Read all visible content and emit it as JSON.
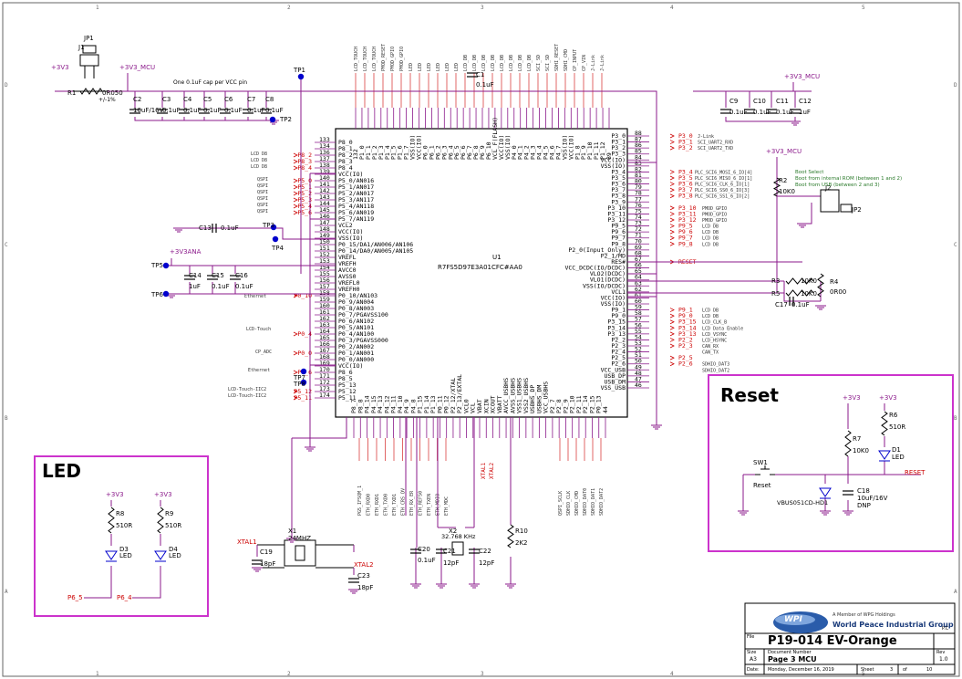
{
  "frame": {
    "cols": [
      "1",
      "2",
      "3",
      "4",
      "5"
    ],
    "rows": [
      "A",
      "B",
      "C",
      "D"
    ]
  },
  "power": {
    "v33": "+3V3",
    "v33_mcu": "+3V3_MCU",
    "v33_ana": "+3V3ANA",
    "v33_mcu2": "+3V3_MCU",
    "v33_mcu3": "+3V3_MCU"
  },
  "note_caps": "One 0.1uF cap per VCC pin",
  "components": {
    "jp1": "JP1",
    "j1": "J1",
    "r1": "R1",
    "r1_val": "0R050",
    "r1_tol": "+/-1%",
    "c2": "C2",
    "c2_val": "10uF/16V",
    "c3": "C3",
    "c4": "C4",
    "c5": "C5",
    "c6": "C6",
    "c7": "C7",
    "c8": "C8",
    "cap_01": "0.1uF",
    "tp1": "TP1",
    "tp2": "TP2",
    "tp3": "TP3",
    "tp4": "TP4",
    "tp5": "TP5",
    "tp6": "TP6",
    "tp7": "TP7",
    "tp8": "TP8",
    "c13": "C13",
    "c14": "C14",
    "c15": "C15",
    "c16": "C16",
    "c14_val": "1uF",
    "c9": "C9",
    "c10": "C10",
    "c11": "C11",
    "c12": "C12",
    "c12_val": "1uF",
    "c1": "C1",
    "c1_val": "0.1uF",
    "r2": "R2",
    "r2_val": "10K0",
    "r3": "R3",
    "r5": "R5",
    "r4": "R4",
    "r4_val": "0R00",
    "r35_val": "10K0",
    "c17": "C17",
    "c17_val": "0.1uF",
    "j2": "J2",
    "jp2": "JP2",
    "u1": "U1",
    "u1_part": "R7FS5D97E3A01CFC#AA0",
    "x1": "X1",
    "x1_val": "24MHZ",
    "x2": "X2",
    "x2_val": "32.768 KHz",
    "c19": "C19",
    "c19_val": "18pF",
    "c23": "C23",
    "c23_val": "18pF",
    "c20": "C20",
    "c20_val": "0.1uF",
    "c21": "C21",
    "c21_val": "12pF",
    "c22": "C22",
    "c22_val": "12pF",
    "r10": "R10",
    "r10_val": "2K2",
    "xtal1": "XTAL1",
    "xtal2": "XTAL2"
  },
  "boot": {
    "title": "Boot Select",
    "line1": "Boot from internal ROM (between 1 and 2)",
    "line2": "Boot from USB (between 2 and 3)"
  },
  "left_pins": [
    {
      "num": "133",
      "name": "P8_0",
      "net": ""
    },
    {
      "num": "134",
      "name": "P8_1",
      "net": ""
    },
    {
      "num": "136",
      "name": "P8_2",
      "net": "P8_2"
    },
    {
      "num": "137",
      "name": "P8_3",
      "net": "P8_3"
    },
    {
      "num": "138",
      "name": "P8_4",
      "net": "P8_4"
    },
    {
      "num": "139",
      "name": "VCC(IO)",
      "net": ""
    },
    {
      "num": "140",
      "name": "P5_0/AN016",
      "net": "P5_0"
    },
    {
      "num": "141",
      "name": "P5_1/AN017",
      "net": "P5_1"
    },
    {
      "num": "142",
      "name": "P5_2/AN017",
      "net": "P5_2"
    },
    {
      "num": "143",
      "name": "P5_3/AN117",
      "net": "P5_3"
    },
    {
      "num": "144",
      "name": "P5_4/AN118",
      "net": "P5_4"
    },
    {
      "num": "145",
      "name": "P5_6/AN019",
      "net": "P5_6"
    },
    {
      "num": "146",
      "name": "P5_7/AN119",
      "net": ""
    },
    {
      "num": "147",
      "name": "VCL2",
      "net": ""
    },
    {
      "num": "148",
      "name": "VCC(IO)",
      "net": ""
    },
    {
      "num": "149",
      "name": "VSS(IO)",
      "net": ""
    },
    {
      "num": "150",
      "name": "P0_15/DA1/AN006/AN106",
      "net": ""
    },
    {
      "num": "151",
      "name": "P0_14/DA0/AN005/AN105",
      "net": ""
    },
    {
      "num": "152",
      "name": "VREFL",
      "net": ""
    },
    {
      "num": "153",
      "name": "VREFH",
      "net": ""
    },
    {
      "num": "154",
      "name": "AVCC0",
      "net": ""
    },
    {
      "num": "155",
      "name": "AVSS0",
      "net": ""
    },
    {
      "num": "156",
      "name": "VREFL0",
      "net": ""
    },
    {
      "num": "157",
      "name": "VREFH0",
      "net": ""
    },
    {
      "num": "158",
      "name": "P0_10/AN103",
      "net": "P0_10"
    },
    {
      "num": "159",
      "name": "P0_9/AN004",
      "net": ""
    },
    {
      "num": "160",
      "name": "P0_8/AN003",
      "net": ""
    },
    {
      "num": "161",
      "name": "P0_7/PGAVSS100",
      "net": ""
    },
    {
      "num": "162",
      "name": "P0_6/AN102",
      "net": ""
    },
    {
      "num": "163",
      "name": "P0_5/AN101",
      "net": ""
    },
    {
      "num": "164",
      "name": "P0_4/AN100",
      "net": "P0_4"
    },
    {
      "num": "165",
      "name": "P0_3/PGAVSS000",
      "net": ""
    },
    {
      "num": "166",
      "name": "P0_2/AN002",
      "net": ""
    },
    {
      "num": "167",
      "name": "P0_1/AN001",
      "net": "P0_0"
    },
    {
      "num": "168",
      "name": "P0_0/AN000",
      "net": ""
    },
    {
      "num": "169",
      "name": "VCC(IO)",
      "net": ""
    },
    {
      "num": "170",
      "name": "P8_6",
      "net": "P8_6"
    },
    {
      "num": "171",
      "name": "P8_5",
      "net": ""
    },
    {
      "num": "172",
      "name": "P5_13",
      "net": ""
    },
    {
      "num": "173",
      "name": "P5_12",
      "net": "P5_12"
    },
    {
      "num": "174",
      "name": "P5_11",
      "net": "P5_11"
    }
  ],
  "left_desc": {
    "lcd1": "LCD D8",
    "lcd2": "LCD D8",
    "lcd3": "LCD D8",
    "qspi": "QSPI",
    "eth": "Ethernet",
    "lcd_touch": "LCD-Touch",
    "cp_adc": "CP_ADC",
    "eth2": "Ethernet",
    "iic2": "LCD-Touch-IIC2",
    "iic2b": "LCD-Touch-IIC2"
  },
  "right_pins": [
    {
      "num": "88",
      "name": "P3_0",
      "net": "P3_0"
    },
    {
      "num": "87",
      "name": "P3_1",
      "net": "P3_1"
    },
    {
      "num": "86",
      "name": "P3_2",
      "net": "P3_2"
    },
    {
      "num": "85",
      "name": "P3_3",
      "net": ""
    },
    {
      "num": "84",
      "name": "VCC(IO)",
      "net": ""
    },
    {
      "num": "83",
      "name": "VSS(IO)",
      "net": ""
    },
    {
      "num": "82",
      "name": "P3_4",
      "net": "P3_4"
    },
    {
      "num": "81",
      "name": "P3_5",
      "net": "P3_5"
    },
    {
      "num": "80",
      "name": "P3_6",
      "net": "P3_6"
    },
    {
      "num": "79",
      "name": "P3_7",
      "net": "P3_7"
    },
    {
      "num": "78",
      "name": "P3_8",
      "net": "P3_8"
    },
    {
      "num": "77",
      "name": "P3_9",
      "net": ""
    },
    {
      "num": "76",
      "name": "P3_10",
      "net": "P3_10"
    },
    {
      "num": "75",
      "name": "P3_11",
      "net": "P3_11"
    },
    {
      "num": "74",
      "name": "P3_12",
      "net": "P3_12"
    },
    {
      "num": "73",
      "name": "P9_5",
      "net": "P9_5"
    },
    {
      "num": "72",
      "name": "P9_6",
      "net": "P9_6"
    },
    {
      "num": "71",
      "name": "P9_7",
      "net": "P9_7"
    },
    {
      "num": "70",
      "name": "P9_8",
      "net": "P9_8"
    },
    {
      "num": "69",
      "name": "P2_0(Input_Only)",
      "net": ""
    },
    {
      "num": "68",
      "name": "P2_1/MD",
      "net": ""
    },
    {
      "num": "67",
      "name": "RES#",
      "net": "RESET"
    },
    {
      "num": "66",
      "name": "VCC_DCDC(IO/DCDC)",
      "net": ""
    },
    {
      "num": "65",
      "name": "VLO2(DCDC)",
      "net": ""
    },
    {
      "num": "64",
      "name": "VLO1(DCDC)",
      "net": ""
    },
    {
      "num": "63",
      "name": "VSS(IO/DCDC)",
      "net": ""
    },
    {
      "num": "62",
      "name": "VCL1",
      "net": ""
    },
    {
      "num": "61",
      "name": "VCC(IO)",
      "net": ""
    },
    {
      "num": "60",
      "name": "VSS(IO)",
      "net": ""
    },
    {
      "num": "59",
      "name": "P9_1",
      "net": "P9_1"
    },
    {
      "num": "58",
      "name": "P9_0",
      "net": "P9_0"
    },
    {
      "num": "57",
      "name": "P3_15",
      "net": "P3_15"
    },
    {
      "num": "56",
      "name": "P3_14",
      "net": "P3_14"
    },
    {
      "num": "55",
      "name": "P3_13",
      "net": "P3_13"
    },
    {
      "num": "54",
      "name": "P2_2",
      "net": "P2_2"
    },
    {
      "num": "53",
      "name": "P2_3",
      "net": "P2_3"
    },
    {
      "num": "52",
      "name": "P2_4",
      "net": ""
    },
    {
      "num": "51",
      "name": "P2_5",
      "net": "P2_5"
    },
    {
      "num": "50",
      "name": "P2_6",
      "net": "P2_6"
    },
    {
      "num": "49",
      "name": "VCC_USB",
      "net": ""
    },
    {
      "num": "48",
      "name": "USB_DP",
      "net": ""
    },
    {
      "num": "47",
      "name": "USB_DM",
      "net": ""
    },
    {
      "num": "46",
      "name": "VSS_USB",
      "net": ""
    }
  ],
  "right_desc": {
    "j_link": "J-Link",
    "sci_rxd": "SCI_UART2_RXD",
    "sci_txd": "SCI_UART2_TXD",
    "plc1": "PLC_SCI6_MOSI_6_IO[4]",
    "plc2": "PLC_SCI6_MISO_6_IO[1]",
    "plc3": "PLC_SCI6_CLK_6_IO[1]",
    "plc4": "PLC_SCI6_SS0_6_IO[3]",
    "plc5": "PLC_SCI6_SS1_6_IO[2]",
    "pmod1": "PMOD_GPIO",
    "pmod2": "PMOD_GPIO",
    "pmod3": "PMOD_GPIO",
    "lcd_db1": "LCD DB",
    "lcd_db2": "LCD DB",
    "lcd_db3": "LCD DB",
    "lcd_db4": "LCD DB",
    "lcd_db5": "LCD DB",
    "lcd_db6": "LCD DB",
    "lcd_clk": "LCD_CLK_B",
    "lcd_en": "LCD Data Enable",
    "lcd_vs": "LCD_VSYNC",
    "lcd_hs": "LCD_HSYNC",
    "can_rx": "CAN_RX",
    "can_tx": "CAN_TX",
    "sd1": "SDHIO_DAT3",
    "sd2": "SDHIO_DAT2"
  },
  "top_pins": [
    "132",
    "P1_0",
    "P1_1",
    "P1_2",
    "P1_3",
    "P1_4",
    "P1_5",
    "P1_6",
    "P1_7",
    "VSS(IO)",
    "VCC(IO)",
    "P6_0",
    "P6_1",
    "P6_2",
    "P6_3",
    "P6_4",
    "P6_5",
    "P6_6",
    "P6_7",
    "P6_8",
    "P6_9",
    "P6_10",
    "VCL_F(FLASH)",
    "VCC(IO)",
    "VSS(IO)",
    "P4_0",
    "P4_1",
    "P4_2",
    "P4_3",
    "P4_4",
    "P4_5",
    "P4_6",
    "P4_7",
    "VSS(IO)",
    "VCC(IO)",
    "P1_8",
    "P1_9",
    "P1_10",
    "P1_11",
    "P1_12",
    "89"
  ],
  "bottom_pins": [
    "P8_7",
    "P8_8",
    "P4_14",
    "P4_15",
    "P4_13",
    "P4_12",
    "P4_11",
    "P4_10",
    "P4_9",
    "P4_8",
    "P1_15",
    "P1_14",
    "P1_13",
    "P0_11",
    "P0_12",
    "P2_12/XTAL",
    "P2_13/EXTAL",
    "VCL0",
    "VCL",
    "VBAT",
    "XCIN",
    "XCOUT",
    "VBATT",
    "AVCC_USBHS",
    "AVSS_USBHS",
    "VSS1_USBHS",
    "VSS2_USBHS",
    "USBHS_DP",
    "USBHS_DM",
    "VCC_USBHS",
    "P2_7",
    "P2_8",
    "P2_9",
    "P2_10",
    "P2_11",
    "P2_14",
    "P2_15",
    "P0_13",
    "44"
  ],
  "top_nets": [
    "LCD_TOUCH",
    "LCD_TOUCH",
    "LCD_TOUCH",
    "PMOD_RESET",
    "PMOD_GPIO",
    "PMOD_GPIO",
    "LED",
    "LED",
    "LED",
    "LED",
    "LED",
    "LED",
    "LCD_DB",
    "LCD_DB",
    "LCD_DB",
    "LCD_DB",
    "LCD_DB",
    "LCD_DB",
    "LCD_DB",
    "LCD_DB",
    "SCI_SD",
    "SCI_SD",
    "SDHI_RESET",
    "SDHI_CMD",
    "CP_INPUT",
    "CP_VIN",
    "J-Link",
    "J-Link"
  ],
  "bottom_nets": [
    "PG5_IFSQM_1",
    "ETH_RXD0",
    "ETH_RXD1",
    "ETH_TXD0",
    "ETH_TXD1",
    "ETH_CRS_DV",
    "ETH_RX_ER",
    "ETH_REF50",
    "ETH_TXEN",
    "ETH_MDIO",
    "ETH_MDC",
    "QSPI_SCLK",
    "SDHIO_CLK",
    "SDHIO_CMD",
    "SDHIO_DAT0",
    "SDHIO_DAT1",
    "SDHIO_DAT2"
  ],
  "led_box": {
    "title": "LED",
    "r8": "R8",
    "r9": "R9",
    "r_val": "510R",
    "d3": "D3",
    "d4": "D4",
    "d_led": "LED",
    "net1": "P6_5",
    "net2": "P6_4"
  },
  "reset_box": {
    "title": "Reset",
    "r6": "R6",
    "r6_val": "510R",
    "r7": "R7",
    "r7_val": "10K0",
    "d1": "D1",
    "d1_val": "LED",
    "sw1": "SW1",
    "sw1_val": "Reset",
    "d2": "VBUS051CD-HD1",
    "c18": "C18",
    "c18_val": "10uF/16V",
    "c18_note": "DNP",
    "net": "RESET"
  },
  "title_block": {
    "member": "A Member of WPG Holdings",
    "company": "World Peace Industrial Group",
    "pc": "P.C",
    "file_label": "File",
    "file": "P19-014 EV-Orange",
    "size_label": "Size",
    "size": "A3",
    "docnum_label": "Document Number",
    "page": "Page 3 MCU",
    "rev_label": "Rev",
    "rev": "1.0",
    "date_label": "Date:",
    "date": "Monday, December 16, 2019",
    "sheet_label": "Sheet",
    "sheet": "3",
    "of_label": "of",
    "of": "10",
    "logo": "WPI"
  }
}
